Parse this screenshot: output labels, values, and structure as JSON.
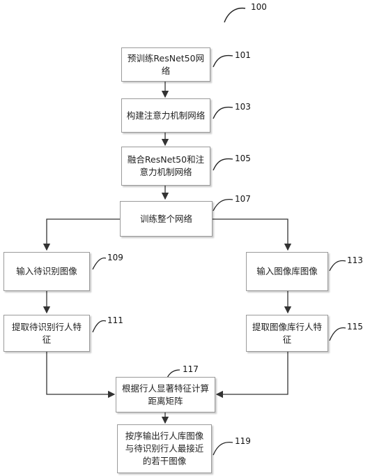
{
  "figure_ref": "100",
  "nodes": [
    {
      "id": "101",
      "label": "预训练ResNet50网络"
    },
    {
      "id": "103",
      "label": "构建注意力机制网络"
    },
    {
      "id": "105",
      "label": "融合ResNet50和注意力机制网络"
    },
    {
      "id": "107",
      "label": "训练整个网络"
    },
    {
      "id": "109",
      "label": "输入待识别图像"
    },
    {
      "id": "113",
      "label": "输入图像库图像"
    },
    {
      "id": "111",
      "label": "提取待识别行人特征"
    },
    {
      "id": "115",
      "label": "提取图像库行人特征"
    },
    {
      "id": "117",
      "label": "根据行人显著特征计算距离矩阵"
    },
    {
      "id": "119",
      "label": "按序输出行人库图像与待识别行人最接近的若干图像"
    }
  ]
}
